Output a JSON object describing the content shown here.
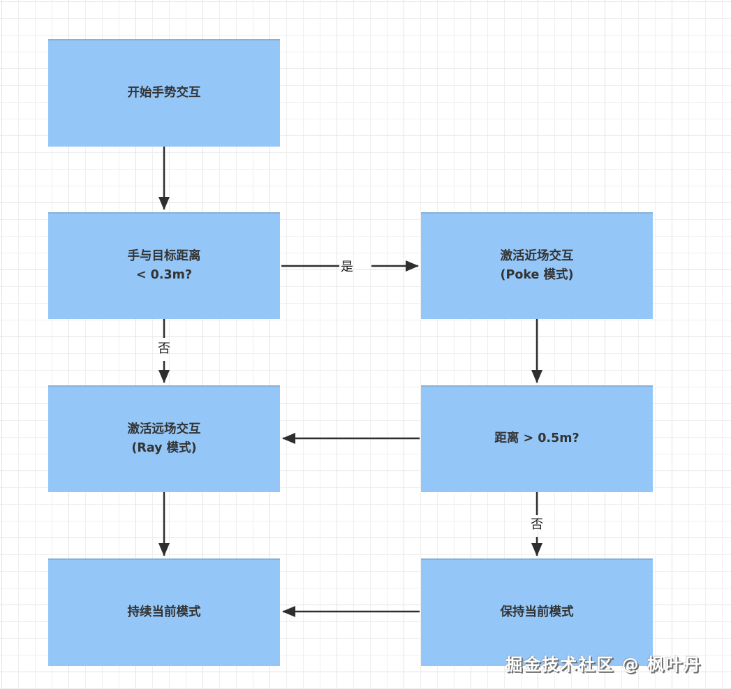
{
  "diagram": {
    "nodes": [
      {
        "id": "start",
        "lines": [
          "开始手势交互"
        ]
      },
      {
        "id": "distance-check",
        "lines": [
          "手与目标距离",
          "< 0.3m?"
        ]
      },
      {
        "id": "near-mode",
        "lines": [
          "激活近场交互",
          "(Poke 模式)"
        ]
      },
      {
        "id": "far-mode",
        "lines": [
          "激活远场交互",
          "(Ray 模式)"
        ]
      },
      {
        "id": "far-distance-check",
        "lines": [
          "距离 > 0.5m?"
        ]
      },
      {
        "id": "continue-mode",
        "lines": [
          "持续当前模式"
        ]
      },
      {
        "id": "keep-mode",
        "lines": [
          "保持当前模式"
        ]
      }
    ],
    "edges": [
      {
        "from": "start",
        "to": "distance-check",
        "label": ""
      },
      {
        "from": "distance-check",
        "to": "near-mode",
        "label": "是"
      },
      {
        "from": "distance-check",
        "to": "far-mode",
        "label": "否"
      },
      {
        "from": "near-mode",
        "to": "far-distance-check",
        "label": ""
      },
      {
        "from": "far-distance-check",
        "to": "far-mode",
        "label": ""
      },
      {
        "from": "far-mode",
        "to": "continue-mode",
        "label": ""
      },
      {
        "from": "far-distance-check",
        "to": "keep-mode",
        "label": "否"
      },
      {
        "from": "keep-mode",
        "to": "continue-mode",
        "label": ""
      }
    ],
    "colors": {
      "node_fill": "#94c7f8",
      "edge": "#2e2e2e",
      "text": "#333333",
      "grid_minor": "#efefef",
      "grid_major": "#e3e3e3",
      "background": "#ffffff"
    },
    "watermark": "掘金技术社区 @ 枫叶丹"
  }
}
